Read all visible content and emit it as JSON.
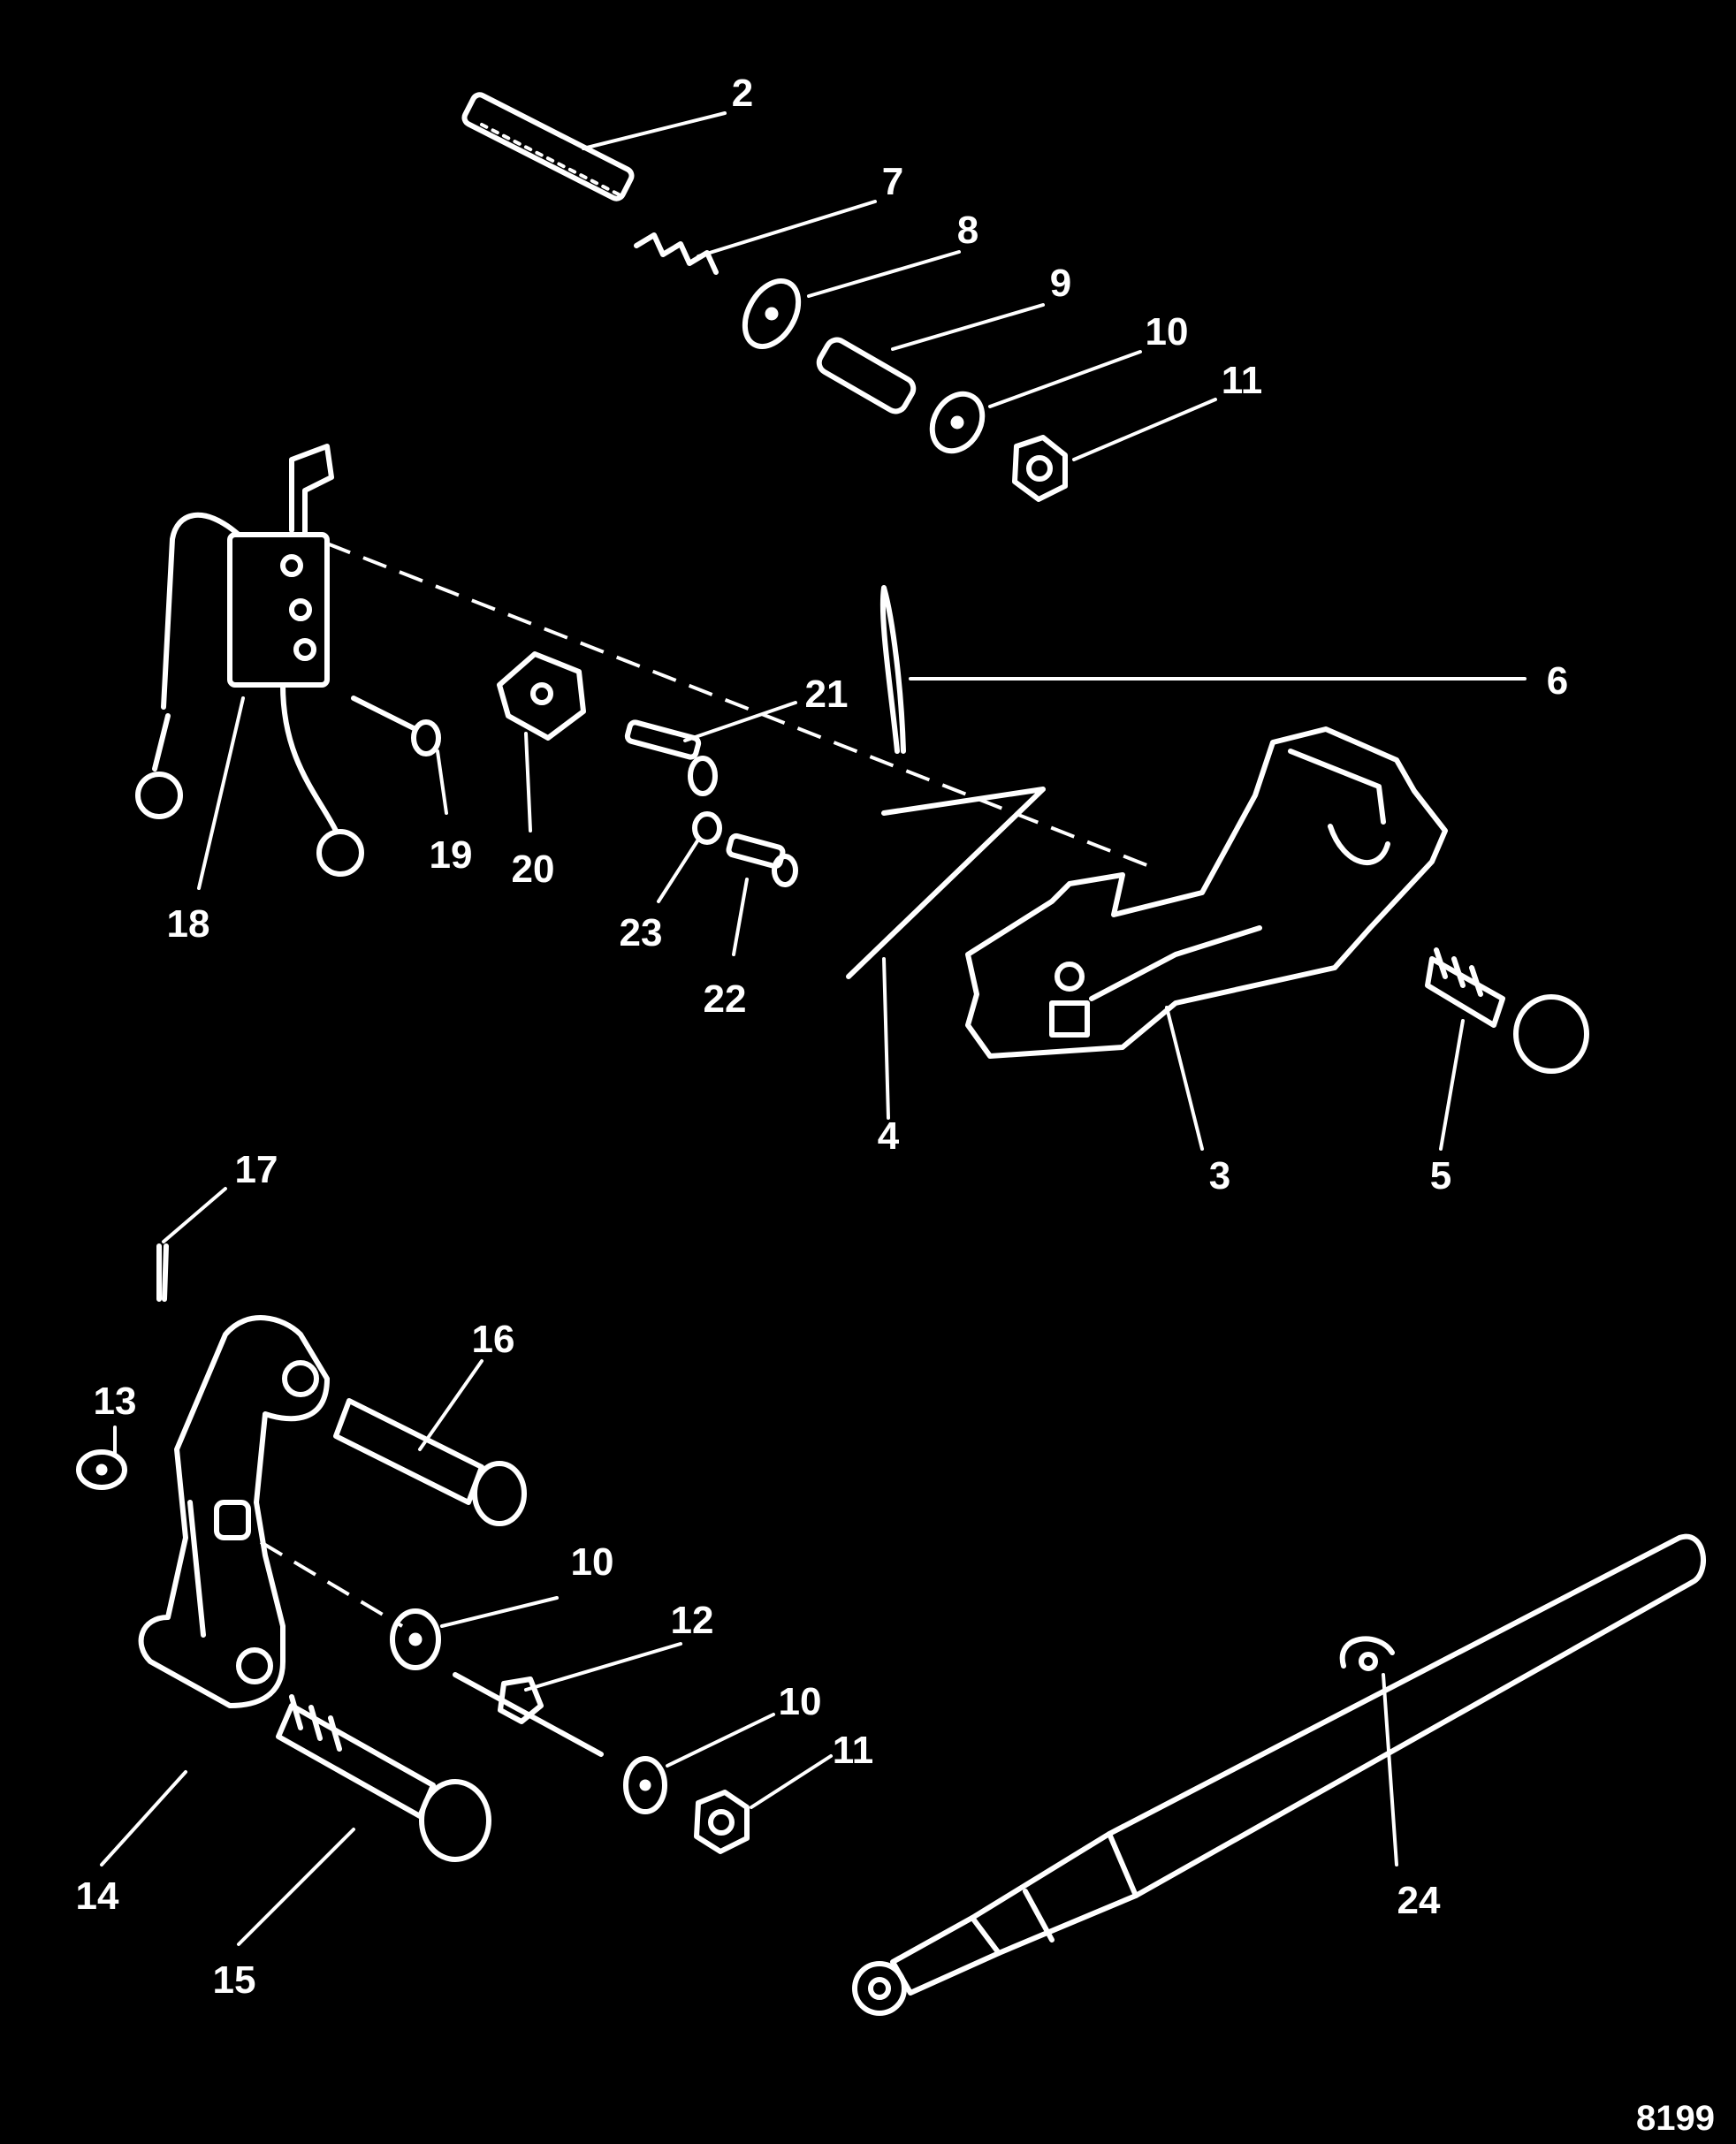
{
  "callouts": {
    "c2": "2",
    "c7": "7",
    "c8": "8",
    "c9": "9",
    "c10a": "10",
    "c11a": "11",
    "c6": "6",
    "c21": "21",
    "c19": "19",
    "c20": "20",
    "c18": "18",
    "c23": "23",
    "c22": "22",
    "c4": "4",
    "c3": "3",
    "c5": "5",
    "c17": "17",
    "c16": "16",
    "c13": "13",
    "c10b": "10",
    "c12": "12",
    "c10c": "10",
    "c11b": "11",
    "c14": "14",
    "c15": "15",
    "c24": "24"
  },
  "figure_number": "8199"
}
